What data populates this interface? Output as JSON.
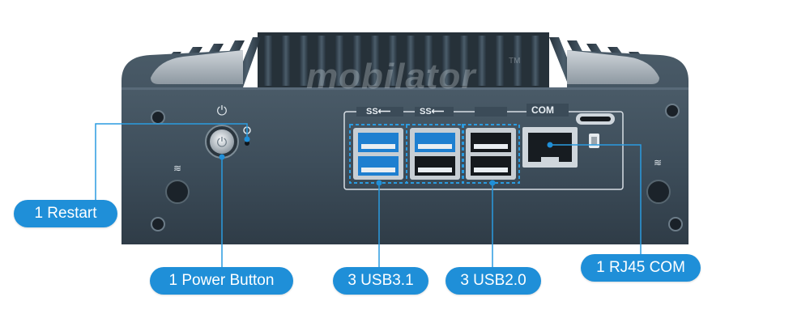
{
  "watermark": {
    "text": "mobilator",
    "tm": "TM"
  },
  "ports_panel": {
    "usb_label_1": "SS⟵",
    "usb_label_2": "SS⟵",
    "com_label": "COM"
  },
  "callouts": {
    "restart": "1 Restart",
    "power_button": "1 Power Button",
    "usb31": "3 USB3.1",
    "usb20": "3 USB2.0",
    "rj45_com": "1 RJ45 COM"
  },
  "colors": {
    "callout_bg": "#1f8fd8",
    "chassis": "#3a4a57",
    "fins": "#2f3d48",
    "usb3_blue": "#1e7fd0",
    "leader_line": "#2a9be0"
  }
}
